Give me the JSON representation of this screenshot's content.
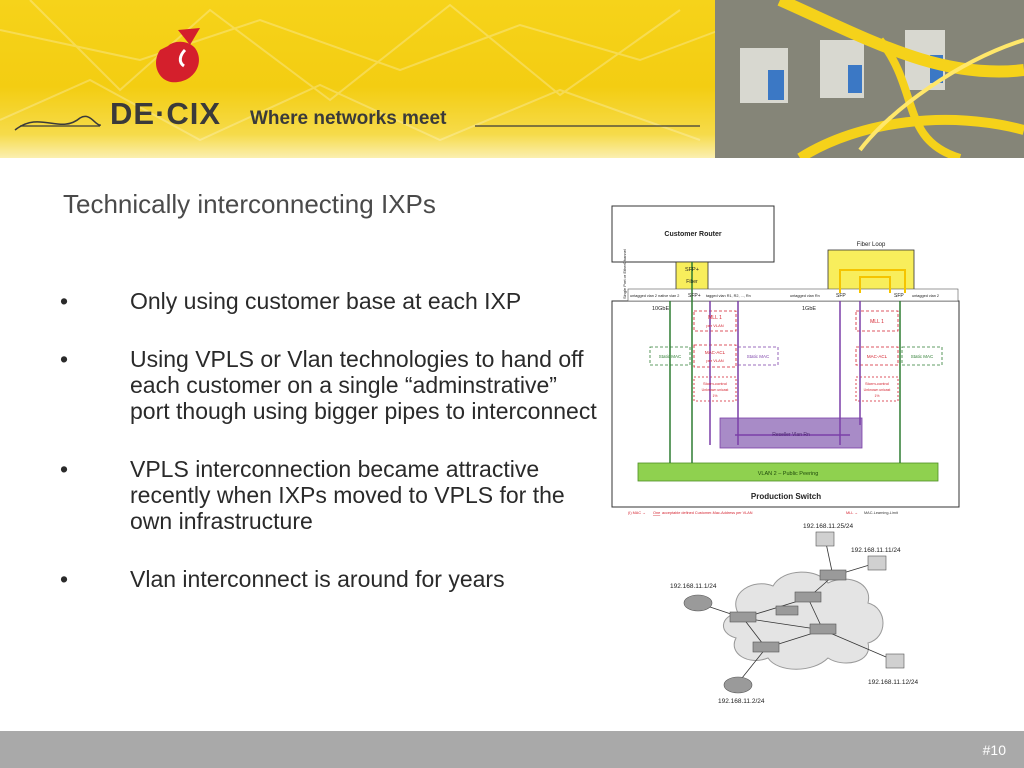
{
  "header": {
    "brand": "DE·CIX",
    "tagline": "Where networks meet"
  },
  "title": "Technically interconnecting IXPs",
  "bullets": [
    {
      "marker": "•",
      "text": "Only using customer base at each IXP"
    },
    {
      "marker": "•",
      "text": "Using VPLS or Vlan technologies to hand off each customer on a single “adminstrative” port though using bigger pipes to interconnect"
    },
    {
      "marker": "•",
      "text": "VPLS interconnection became attractive recently when IXPs moved to VPLS for the own infrastructure"
    },
    {
      "marker": "•",
      "text": "Vlan interconnect is around for years"
    }
  ],
  "diagram": {
    "customer_router": "Customer Router",
    "fiber_loop": "Fiber Loop",
    "sfp_plus_top": "SFP+",
    "fiber": "Fiber",
    "sfp_plus_left": "SFP+",
    "single_port": "Single Port or EtherChannel",
    "untagged_vlan2_native": "untagged vlan 2 native vlan 2",
    "tagged_vlans": "tagged vlan R1, R2, ..., Rn",
    "untagged_vlan_rn": "untagged vlan Rn",
    "sfp_a": "SFP",
    "sfp_b": "SFP",
    "untagged_vlan2": "untagged vlan 2",
    "speed_left": "10GbE",
    "speed_right": "1GbE",
    "mll_left": "MLL 1",
    "per_vlan": "per VLAN",
    "mll_right": "MLL 1",
    "static_mac_1": "Static MAC",
    "mac_acl_left": "MAC-ACL",
    "per_vlan_2": "per VLAN",
    "static_mac_2": "Static MAC",
    "mac_acl_right": "MAC-ACL",
    "static_mac_3": "Static MAC",
    "storm_left_1": "Storm-control",
    "storm_left_2": "Unknown unicast",
    "storm_left_3": "1%",
    "storm_right_1": "Storm-control",
    "storm_right_2": "Unknown unicast",
    "storm_right_3": "1%",
    "reseller_vlan": "Reseller Vlan Rn",
    "vlan2": "VLAN 2 – Public Peering",
    "production_switch": "Production Switch",
    "note_left_prefix": "(I) MAC →",
    "note_left_one": "One",
    "note_left_rest": "acceptable defined Customer-Mac-Address per VLAN",
    "note_right_prefix": "MLL →",
    "note_right_rest": "MAC-Learning-Limit"
  },
  "network": {
    "ip_top": "192.168.11.25/24",
    "ip_right_top": "192.168.11.11/24",
    "ip_left": "192.168.11.1/24",
    "ip_right_bottom": "192.168.11.12/24",
    "ip_bottom": "192.168.11.2/24"
  },
  "footer": {
    "page_number": "#10"
  },
  "colors": {
    "header_yellow": "#f4cf14",
    "brand_red": "#d41f2c",
    "green": "#2e7d32",
    "purple": "#7b3fa8",
    "vlan_green": "#8fd14f",
    "footer_gray": "#a9a9a9"
  }
}
